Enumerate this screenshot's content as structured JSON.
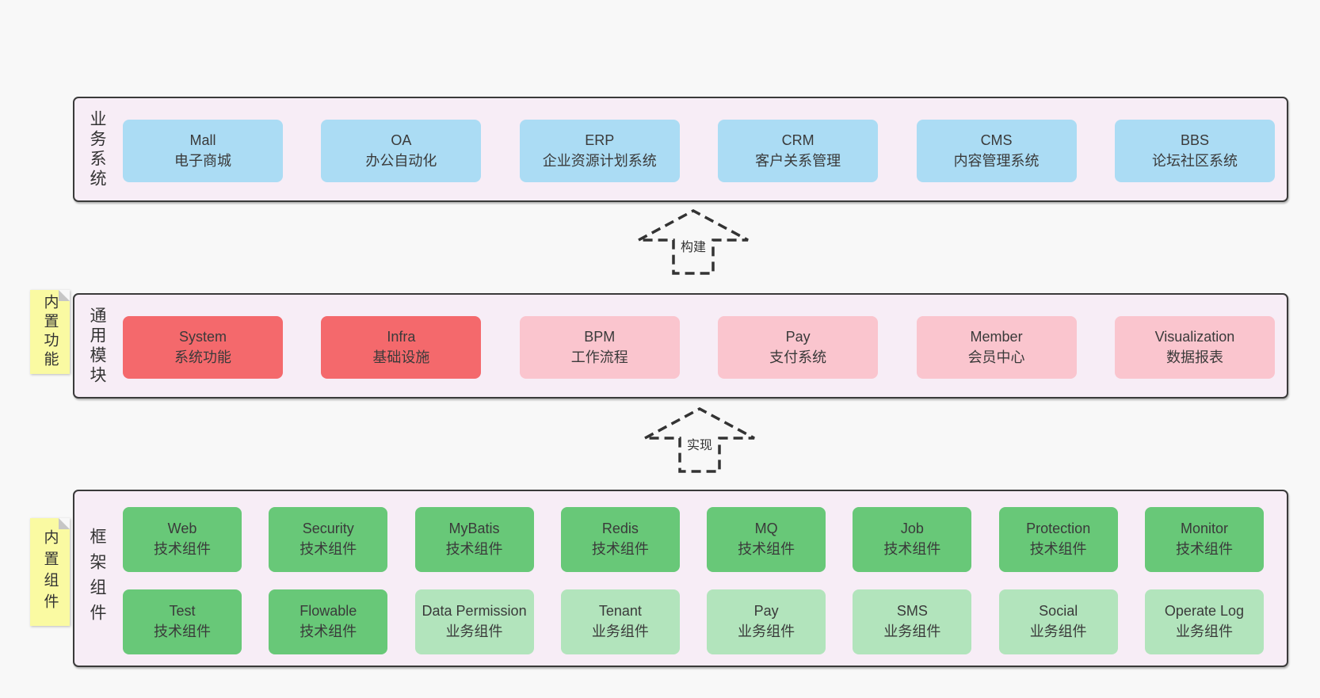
{
  "palette": {
    "page-bg": "#f8f8f8",
    "band-bg": "#f7edf6",
    "band-border": "#3a3a3a",
    "blue": "#abdcf4",
    "red": "#f4696c",
    "pink": "#fac5ce",
    "green": "#68c878",
    "lightgreen": "#b2e4bc",
    "sticky-yellow": "#fafaa2",
    "text": "#333333"
  },
  "arrows": [
    {
      "label": "构建"
    },
    {
      "label": "实现"
    }
  ],
  "stickies": [
    {
      "label": "内置功能"
    },
    {
      "label": "内置组件"
    }
  ],
  "bands": [
    {
      "label": "业务系统",
      "rows": [
        [
          {
            "title": "Mall",
            "subtitle": "电子商城",
            "variant": "blue"
          },
          {
            "title": "OA",
            "subtitle": "办公自动化",
            "variant": "blue"
          },
          {
            "title": "ERP",
            "subtitle": "企业资源计划系统",
            "variant": "blue"
          },
          {
            "title": "CRM",
            "subtitle": "客户关系管理",
            "variant": "blue"
          },
          {
            "title": "CMS",
            "subtitle": "内容管理系统",
            "variant": "blue"
          },
          {
            "title": "BBS",
            "subtitle": "论坛社区系统",
            "variant": "blue"
          }
        ]
      ]
    },
    {
      "label": "通用模块",
      "rows": [
        [
          {
            "title": "System",
            "subtitle": "系统功能",
            "variant": "red"
          },
          {
            "title": "Infra",
            "subtitle": "基础设施",
            "variant": "red"
          },
          {
            "title": "BPM",
            "subtitle": "工作流程",
            "variant": "pink"
          },
          {
            "title": "Pay",
            "subtitle": "支付系统",
            "variant": "pink"
          },
          {
            "title": "Member",
            "subtitle": "会员中心",
            "variant": "pink"
          },
          {
            "title": "Visualization",
            "subtitle": "数据报表",
            "variant": "pink"
          }
        ]
      ]
    },
    {
      "label": "框架组件",
      "rows": [
        [
          {
            "title": "Web",
            "subtitle": "技术组件",
            "variant": "green"
          },
          {
            "title": "Security",
            "subtitle": "技术组件",
            "variant": "green"
          },
          {
            "title": "MyBatis",
            "subtitle": "技术组件",
            "variant": "green"
          },
          {
            "title": "Redis",
            "subtitle": "技术组件",
            "variant": "green"
          },
          {
            "title": "MQ",
            "subtitle": "技术组件",
            "variant": "green"
          },
          {
            "title": "Job",
            "subtitle": "技术组件",
            "variant": "green"
          },
          {
            "title": "Protection",
            "subtitle": "技术组件",
            "variant": "green"
          },
          {
            "title": "Monitor",
            "subtitle": "技术组件",
            "variant": "green"
          }
        ],
        [
          {
            "title": "Test",
            "subtitle": "技术组件",
            "variant": "green"
          },
          {
            "title": "Flowable",
            "subtitle": "技术组件",
            "variant": "green"
          },
          {
            "title": "Data Permission",
            "subtitle": "业务组件",
            "variant": "lightgreen"
          },
          {
            "title": "Tenant",
            "subtitle": "业务组件",
            "variant": "lightgreen"
          },
          {
            "title": "Pay",
            "subtitle": "业务组件",
            "variant": "lightgreen"
          },
          {
            "title": "SMS",
            "subtitle": "业务组件",
            "variant": "lightgreen"
          },
          {
            "title": "Social",
            "subtitle": "业务组件",
            "variant": "lightgreen"
          },
          {
            "title": "Operate Log",
            "subtitle": "业务组件",
            "variant": "lightgreen"
          }
        ]
      ]
    }
  ]
}
